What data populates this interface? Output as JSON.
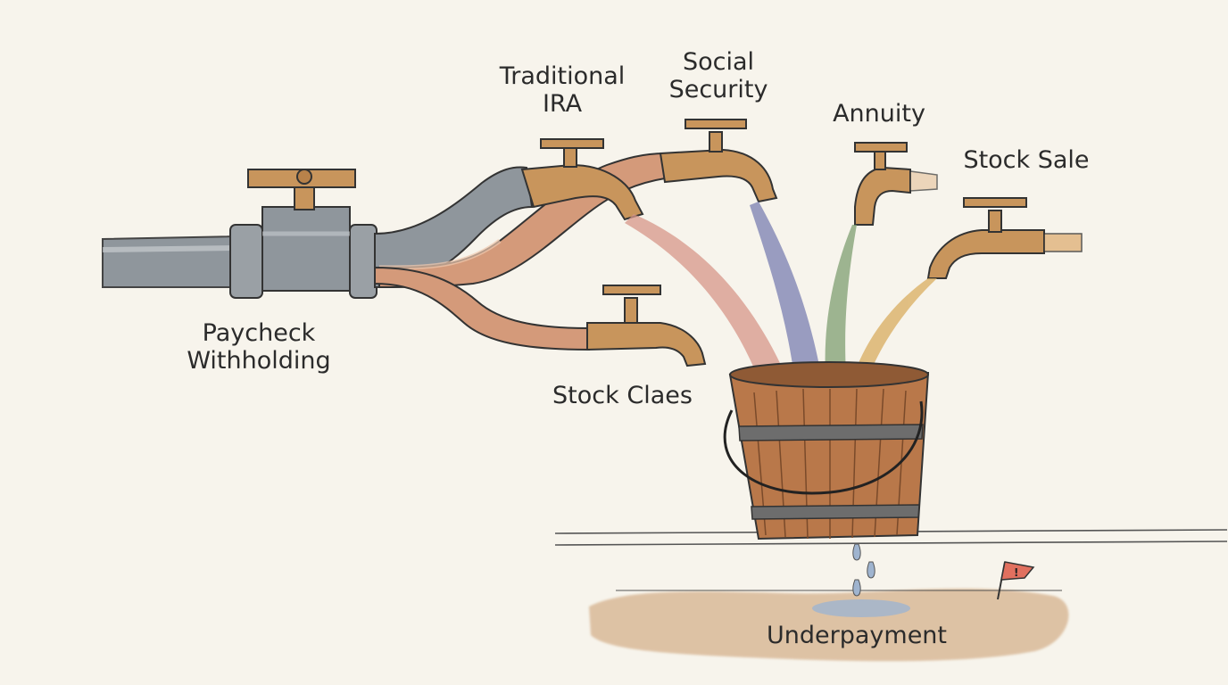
{
  "labels": {
    "paycheck_withholding": "Paycheck\nWithholding",
    "traditional_ira": "Traditional\nIRA",
    "social_security": "Social\nSecurity",
    "annuity": "Annuity",
    "stock_sale": "Stock Sale",
    "stock_claes": "Stock Claes",
    "underpayment": "Underpayment",
    "flag_mark": "!"
  },
  "colors": {
    "background": "#f7f4ec",
    "main_pipe": "#8f969c",
    "copper_pipe": "#d49a7a",
    "faucet_brass": "#c8955c",
    "stream_social_security": "#7a7fb2",
    "stream_annuity": "#7f9f72",
    "stream_stock_sale": "#d9ad5f",
    "stream_ira": "#d7978a",
    "bucket_wood": "#b9784a",
    "bucket_bands": "#6d6d6d",
    "ground": "#c99a6a",
    "puddle": "#9fb4cf",
    "flag": "#e1705f"
  },
  "icons": [
    "faucet-icon",
    "bucket-icon",
    "flag-icon",
    "water-drop-icon"
  ]
}
